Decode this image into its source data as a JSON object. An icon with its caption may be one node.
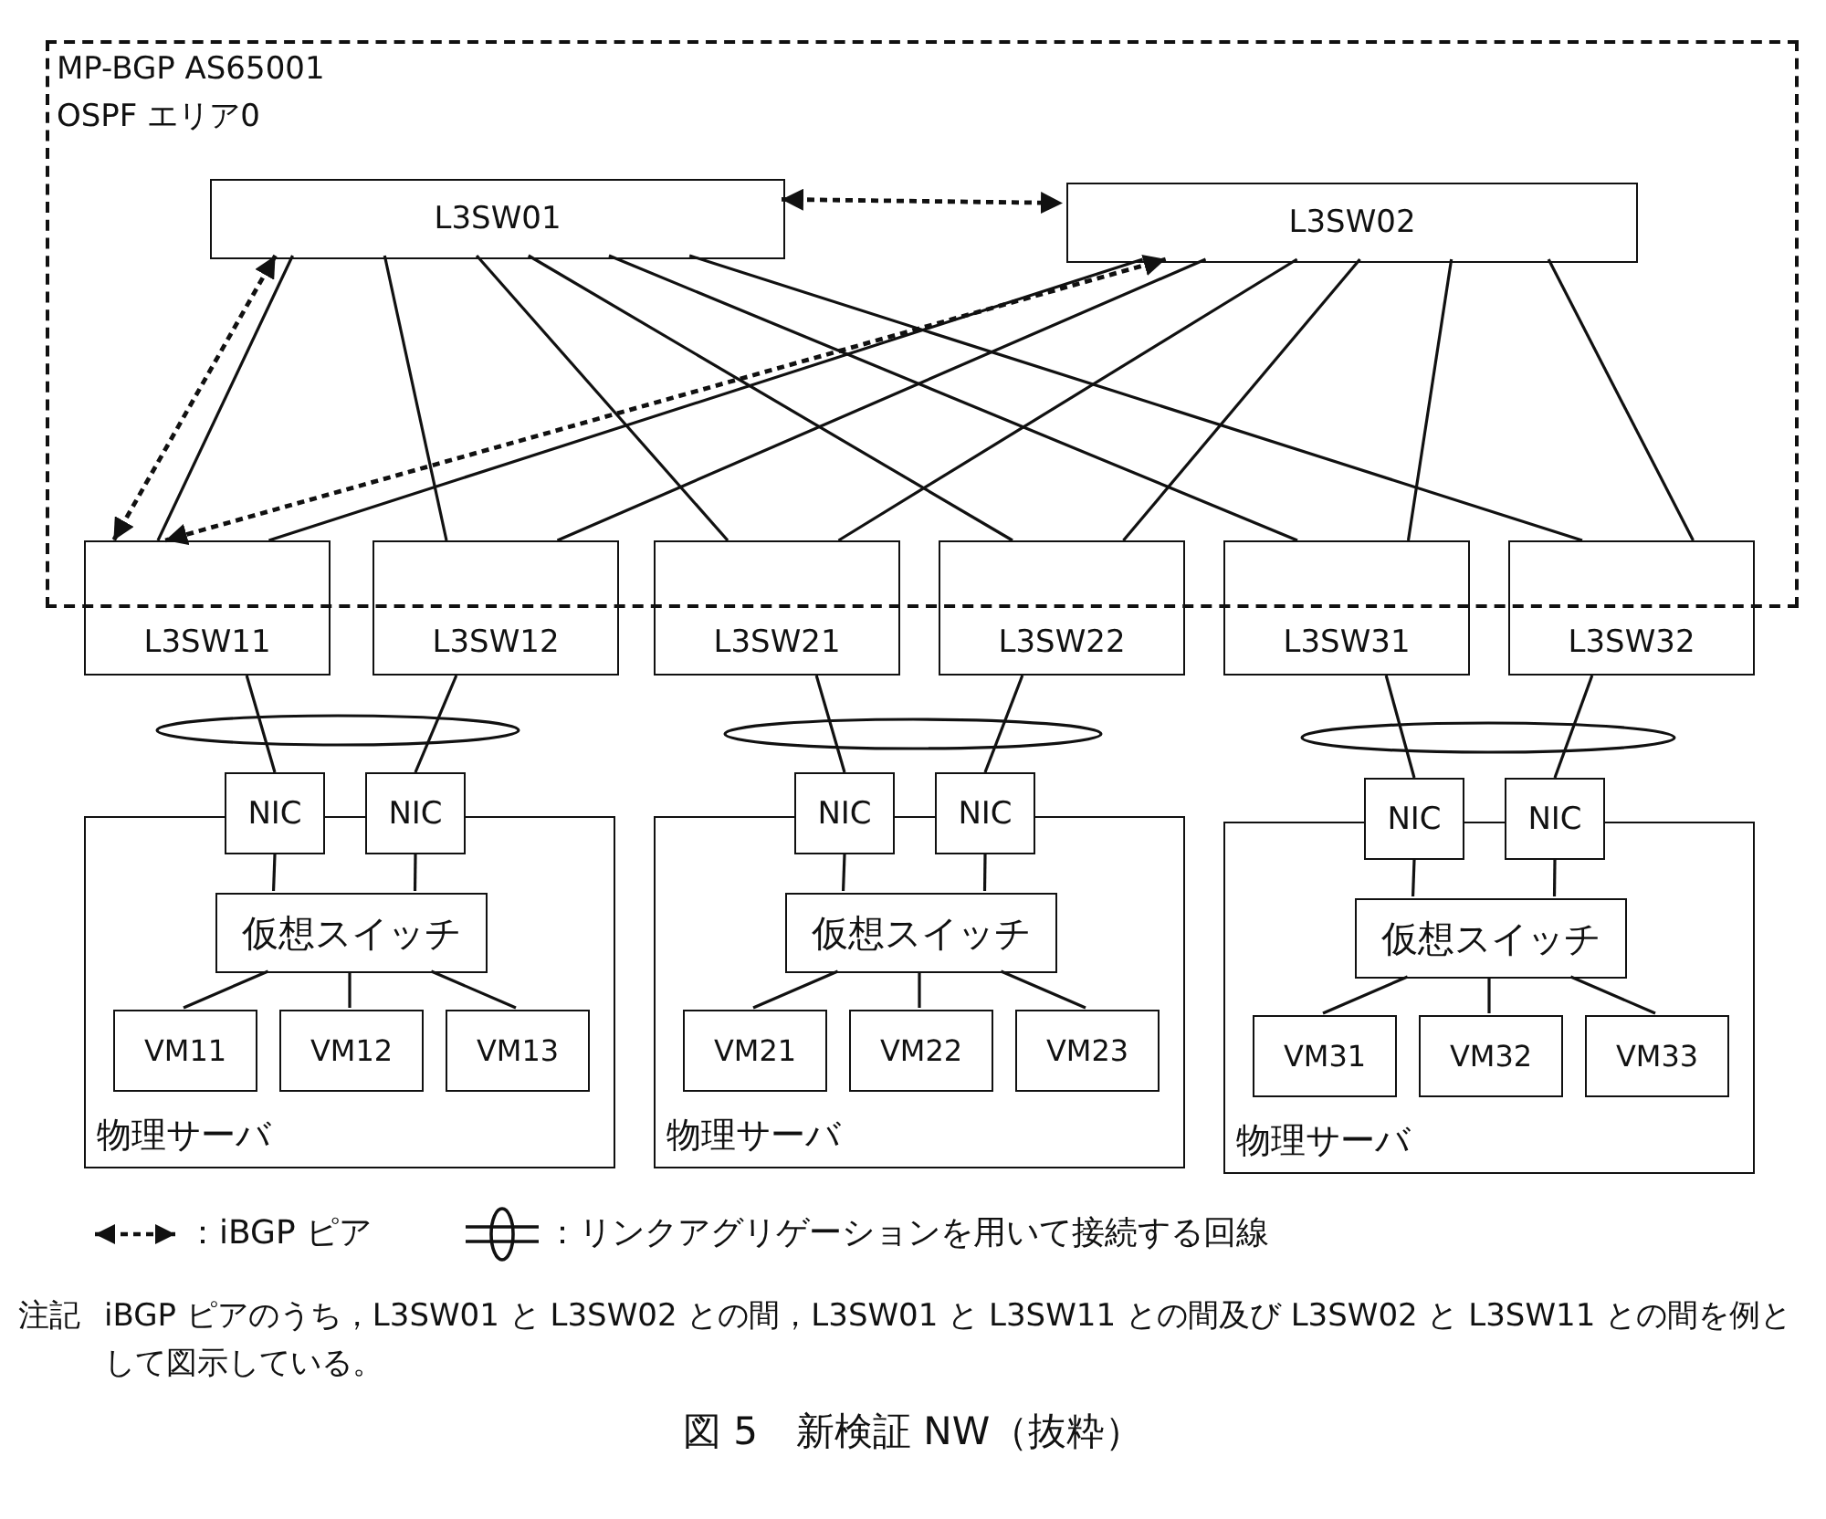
{
  "diagram": {
    "caption": "図 5　新検証 NW（抜粋）",
    "nodes": [
      {
        "text": [
          "MP-BGP AS65001",
          "OSPF エリア0"
        ]
      },
      {
        "text": [
          "L3SW01"
        ],
        "in": 0
      },
      {
        "text": [
          "L3SW02"
        ],
        "in": 0
      },
      {
        "text": [
          "L3SW11"
        ]
      },
      {
        "text": [
          "L3SW12"
        ]
      },
      {
        "text": [
          "L3SW21"
        ]
      },
      {
        "text": [
          "L3SW22"
        ]
      },
      {
        "text": [
          "L3SW31"
        ]
      },
      {
        "text": [
          "L3SW32"
        ]
      },
      {
        "text": [
          "物理サーバ"
        ]
      },
      {
        "text": [
          "NIC"
        ]
      },
      {
        "text": [
          "NIC"
        ]
      },
      {
        "text": [
          "仮想スイッチ"
        ],
        "in": 9
      },
      {
        "text": [
          "VM11"
        ],
        "in": 9
      },
      {
        "text": [
          "VM12"
        ],
        "in": 9
      },
      {
        "text": [
          "VM13"
        ],
        "in": 9
      },
      {
        "text": [
          "物理サーバ"
        ]
      },
      {
        "text": [
          "NIC"
        ]
      },
      {
        "text": [
          "NIC"
        ]
      },
      {
        "text": [
          "仮想スイッチ"
        ],
        "in": 16
      },
      {
        "text": [
          "VM21"
        ],
        "in": 16
      },
      {
        "text": [
          "VM22"
        ],
        "in": 16
      },
      {
        "text": [
          "VM23"
        ],
        "in": 16
      },
      {
        "text": [
          "物理サーバ"
        ]
      },
      {
        "text": [
          "NIC"
        ]
      },
      {
        "text": [
          "NIC"
        ]
      },
      {
        "text": [
          "仮想スイッチ"
        ],
        "in": 23
      },
      {
        "text": [
          "VM31"
        ],
        "in": 23
      },
      {
        "text": [
          "VM32"
        ],
        "in": 23
      },
      {
        "text": [
          "VM33"
        ],
        "in": 23
      }
    ],
    "edges": [
      {
        "from": 1,
        "to": 3,
        "arrow": "none"
      },
      {
        "from": 1,
        "to": 4,
        "arrow": "none"
      },
      {
        "from": 1,
        "to": 5,
        "arrow": "none"
      },
      {
        "from": 1,
        "to": 6,
        "arrow": "none"
      },
      {
        "from": 1,
        "to": 7,
        "arrow": "none"
      },
      {
        "from": 1,
        "to": 8,
        "arrow": "none"
      },
      {
        "from": 2,
        "to": 3,
        "arrow": "none"
      },
      {
        "from": 2,
        "to": 4,
        "arrow": "none"
      },
      {
        "from": 2,
        "to": 5,
        "arrow": "none"
      },
      {
        "from": 2,
        "to": 6,
        "arrow": "none"
      },
      {
        "from": 2,
        "to": 7,
        "arrow": "none"
      },
      {
        "from": 2,
        "to": 8,
        "arrow": "none"
      },
      {
        "from": 1,
        "to": 2,
        "arrow": "both",
        "style": "dashed"
      },
      {
        "from": 1,
        "to": 3,
        "arrow": "both",
        "style": "dashed"
      },
      {
        "from": 2,
        "to": 3,
        "arrow": "both",
        "style": "dashed"
      },
      {
        "from": 3,
        "to": 10,
        "arrow": "none"
      },
      {
        "from": 4,
        "to": 11,
        "arrow": "none"
      },
      {
        "from": 5,
        "to": 17,
        "arrow": "none"
      },
      {
        "from": 6,
        "to": 18,
        "arrow": "none"
      },
      {
        "from": 7,
        "to": 24,
        "arrow": "none"
      },
      {
        "from": 8,
        "to": 25,
        "arrow": "none"
      },
      {
        "from": 10,
        "to": 12,
        "arrow": "none"
      },
      {
        "from": 11,
        "to": 12,
        "arrow": "none"
      },
      {
        "from": 12,
        "to": 13,
        "arrow": "none"
      },
      {
        "from": 12,
        "to": 14,
        "arrow": "none"
      },
      {
        "from": 12,
        "to": 15,
        "arrow": "none"
      },
      {
        "from": 17,
        "to": 19,
        "arrow": "none"
      },
      {
        "from": 18,
        "to": 19,
        "arrow": "none"
      },
      {
        "from": 19,
        "to": 20,
        "arrow": "none"
      },
      {
        "from": 19,
        "to": 21,
        "arrow": "none"
      },
      {
        "from": 19,
        "to": 22,
        "arrow": "none"
      },
      {
        "from": 24,
        "to": 26,
        "arrow": "none"
      },
      {
        "from": 25,
        "to": 26,
        "arrow": "none"
      },
      {
        "from": 26,
        "to": 27,
        "arrow": "none"
      },
      {
        "from": 26,
        "to": 28,
        "arrow": "none"
      },
      {
        "from": 26,
        "to": 29,
        "arrow": "none"
      }
    ],
    "labels": [
      "注記",
      "iBGP ピアのうち，L3SW01 と L3SW02 との間，L3SW01 と L3SW11 との間及び L3SW02 と L3SW11 との間を例として図示している。"
    ],
    "legend": [
      {
        "text": "：iBGP ピア"
      },
      {
        "text": "：リンクアグリゲーションを用いて接続する回線"
      }
    ]
  }
}
